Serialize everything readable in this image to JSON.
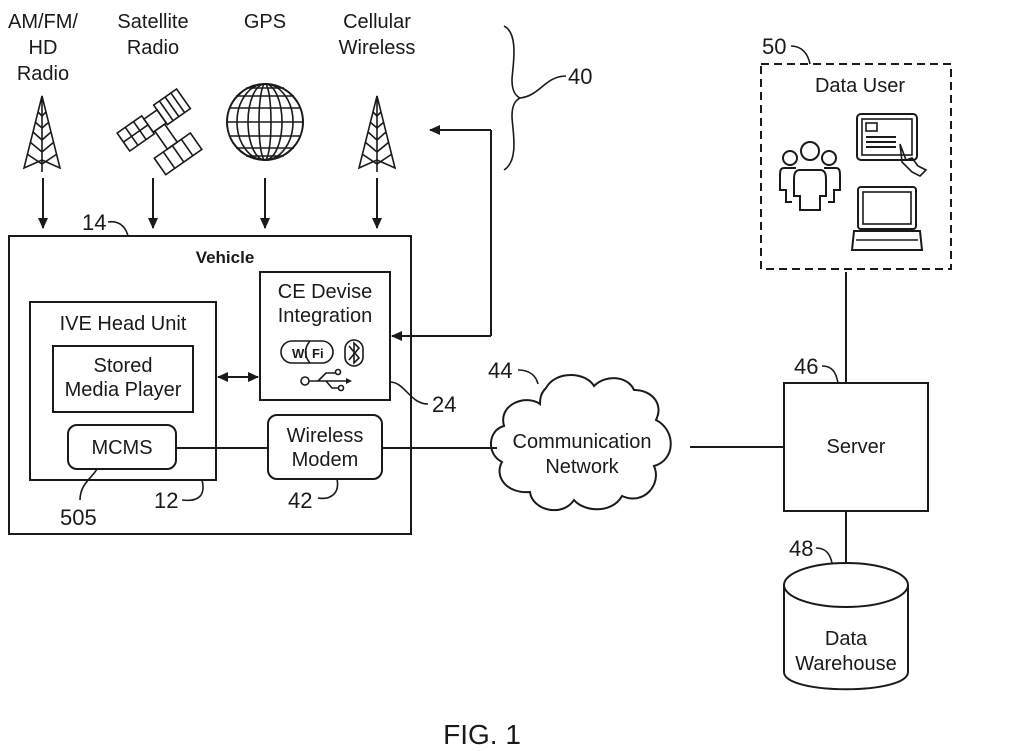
{
  "figure_label": "FIG. 1",
  "sources": {
    "am_fm_hd_radio": [
      "AM/FM/",
      "HD",
      "Radio"
    ],
    "satellite_radio": [
      "Satellite",
      "Radio"
    ],
    "gps": [
      "GPS"
    ],
    "cellular_wireless": [
      "Cellular",
      "Wireless"
    ],
    "group_ref": "40"
  },
  "vehicle": {
    "title": "Vehicle",
    "ref": "14",
    "head_unit": {
      "title": "IVE Head Unit",
      "ref": "12",
      "stored_media_player": [
        "Stored",
        "Media Player"
      ],
      "mcms": {
        "label": "MCMS",
        "ref": "505"
      }
    },
    "ce_integration": {
      "title": [
        "CE Devise",
        "Integration"
      ],
      "ref": "24",
      "icons": [
        "wifi-icon",
        "bluetooth-icon",
        "usb-icon"
      ],
      "wifi_text": [
        "Wi",
        "Fi"
      ]
    },
    "wireless_modem": {
      "label": [
        "Wireless",
        "Modem"
      ],
      "ref": "42"
    }
  },
  "network": {
    "label": [
      "Communication",
      "Network"
    ],
    "ref": "44"
  },
  "server": {
    "label": "Server",
    "ref": "46"
  },
  "data_warehouse": {
    "label": [
      "Data",
      "Warehouse"
    ],
    "ref": "48"
  },
  "data_user": {
    "title": "Data User",
    "ref": "50",
    "icons": [
      "users-group-icon",
      "tablet-touch-icon",
      "laptop-icon"
    ]
  }
}
